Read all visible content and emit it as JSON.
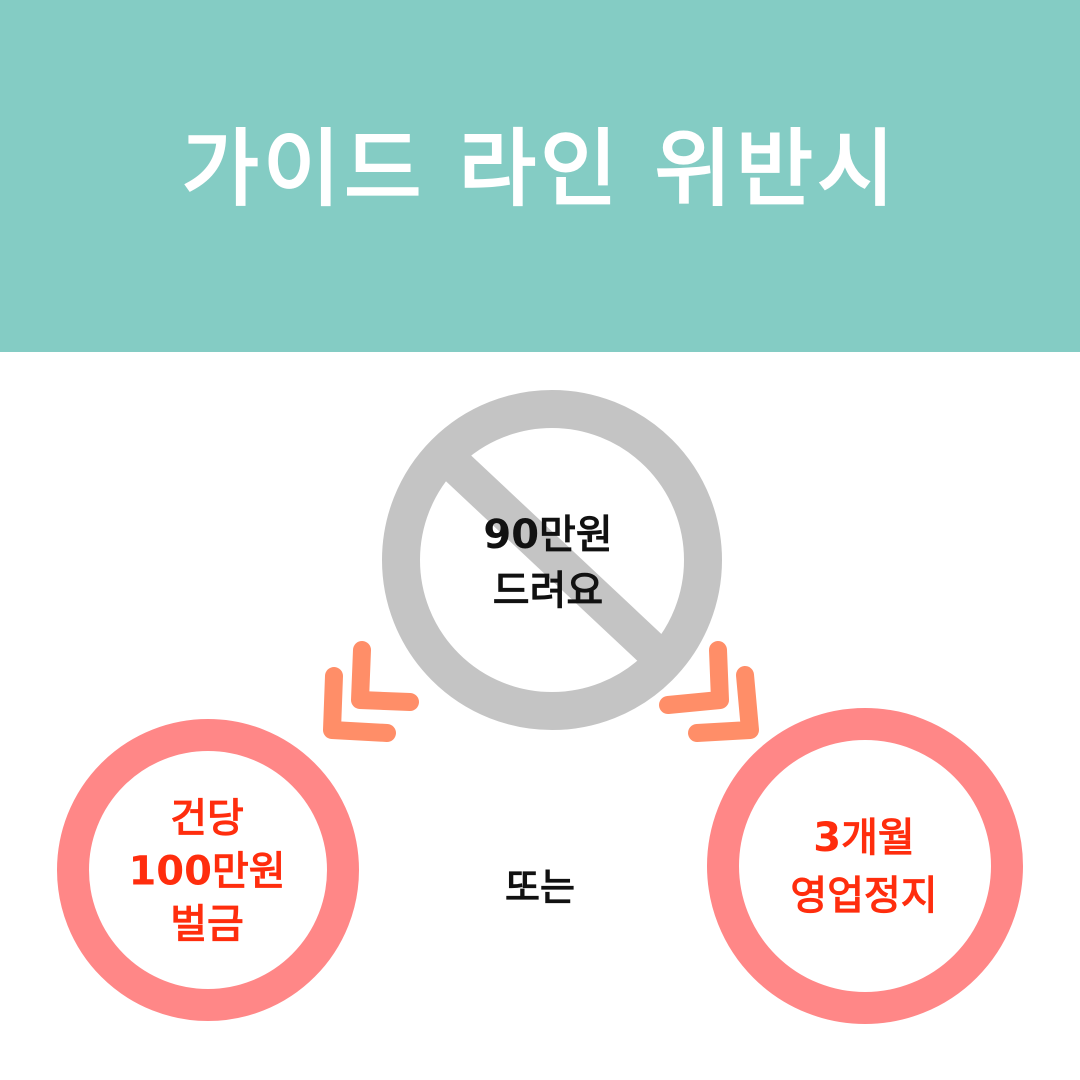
{
  "colors": {
    "banner": "#84ccc4",
    "prohibit_sign": "#c4c4c4",
    "arrow": "#ff8e68",
    "penalty_ring": "#ff8787",
    "penalty_text": "#ff2d0d"
  },
  "header": {
    "title": "가이드 라인 위반시"
  },
  "center": {
    "icon": "prohibited-icon",
    "line1": "90만원",
    "line2": "드려요"
  },
  "left": {
    "line1": "건당",
    "line2": "100만원",
    "line3": "벌금"
  },
  "middle": {
    "label": "또는"
  },
  "right": {
    "line1": "3개월",
    "line2": "영업정지"
  }
}
